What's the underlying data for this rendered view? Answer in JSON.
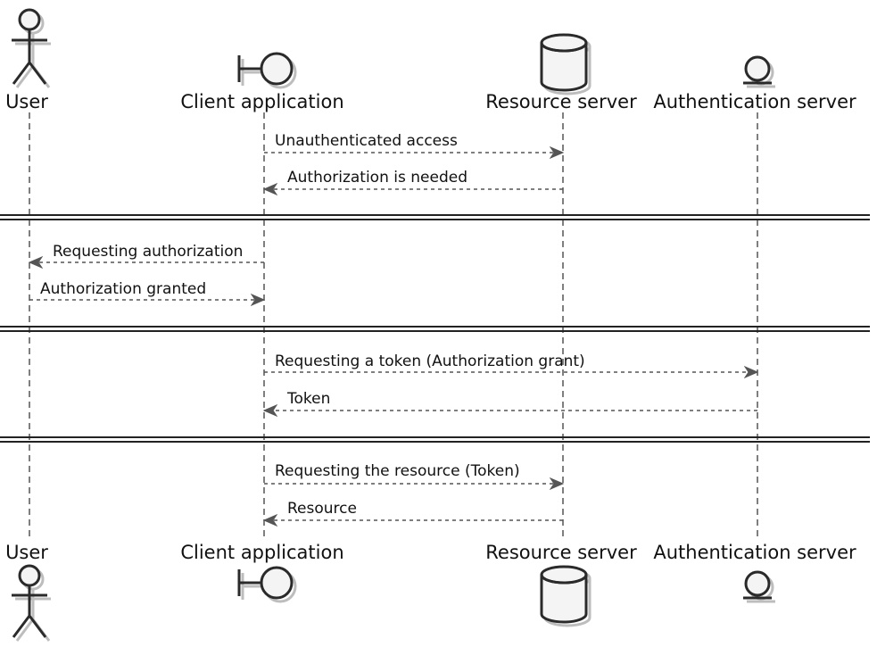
{
  "participants": [
    {
      "id": "user",
      "label": "User",
      "icon": "actor-icon"
    },
    {
      "id": "client",
      "label": "Client application",
      "icon": "boundary-icon"
    },
    {
      "id": "resource",
      "label": "Resource server",
      "icon": "database-icon"
    },
    {
      "id": "auth",
      "label": "Authentication server",
      "icon": "entity-icon"
    }
  ],
  "groups": [
    {
      "messages": [
        {
          "from": "client",
          "to": "resource",
          "label": "Unauthenticated access"
        },
        {
          "from": "resource",
          "to": "client",
          "label": "Authorization is needed"
        }
      ]
    },
    {
      "messages": [
        {
          "from": "client",
          "to": "user",
          "label": "Requesting authorization"
        },
        {
          "from": "user",
          "to": "client",
          "label": "Authorization granted"
        }
      ]
    },
    {
      "messages": [
        {
          "from": "client",
          "to": "auth",
          "label": "Requesting a token (Authorization grant)"
        },
        {
          "from": "auth",
          "to": "client",
          "label": "Token"
        }
      ]
    },
    {
      "messages": [
        {
          "from": "client",
          "to": "resource",
          "label": "Requesting the resource (Token)"
        },
        {
          "from": "resource",
          "to": "client",
          "label": "Resource"
        }
      ]
    }
  ],
  "colors": {
    "line": "#555555",
    "icon_stroke": "#2a2a2a",
    "icon_fill": "#f4f4f4",
    "shadow": "#bdbdbd"
  }
}
